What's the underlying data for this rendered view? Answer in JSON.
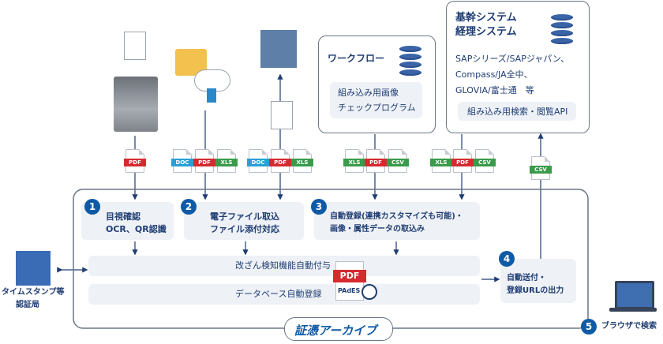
{
  "workflow": {
    "title": "ワークフロー",
    "program_line1": "組み込み用画像",
    "program_line2": "チェックプログラム"
  },
  "core_system": {
    "title_line1": "基幹システム",
    "title_line2": "経理システム",
    "list_line1": "SAPシリーズ/SAPジャパン、",
    "list_line2": "Compass/JA全中、",
    "list_line3": "GLOVIA/富士通　等",
    "api_label": "組み込み用検索・閲覧API"
  },
  "file_types": {
    "pdf": "PDF",
    "doc": "DOC",
    "xls": "XLS",
    "csv": "CSV"
  },
  "steps": [
    {
      "num": "1",
      "line1": "目視確認",
      "line2": "OCR、QR認識"
    },
    {
      "num": "2",
      "line1": "電子ファイル取込",
      "line2": "ファイル添付対応"
    },
    {
      "num": "3",
      "line1": "自動登録(連携カスタマイズも可能)・",
      "line2": "画像・属性データの取込み"
    },
    {
      "num": "4",
      "line1": "自動送付・",
      "line2": "登録URLの出力"
    },
    {
      "num": "5",
      "line1": "ブラウザで検索",
      "line2": ""
    }
  ],
  "process": {
    "tamper": "改ざん検知機能自動付与",
    "database": "データベース自動登録",
    "pades": "PAdES"
  },
  "tsa": {
    "line1": "タイムスタンプ等",
    "line2": "認証局"
  },
  "product_name": "証憑アーカイブ",
  "colors": {
    "primary": "#1f3d73",
    "badge": "#0f5aa6",
    "pdf": "#d52b2f",
    "xls": "#3a9b4a",
    "doc": "#2a9fd6"
  }
}
